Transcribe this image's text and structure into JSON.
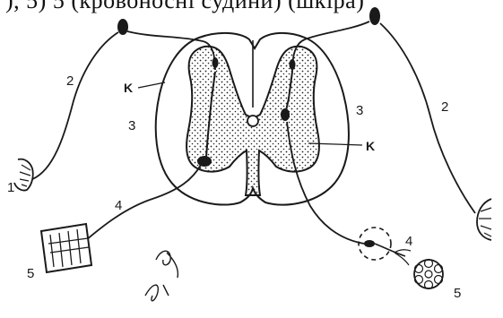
{
  "top_text": "), 5) 5                (кровоносні судини)  (шкіра)",
  "labels": {
    "left_1": "1",
    "left_2": "2",
    "left_3": "3",
    "left_4": "4",
    "left_5": "5",
    "left_K": "K",
    "right_2": "2",
    "right_3": "3",
    "right_4": "4",
    "right_5": "5",
    "right_K": "K"
  },
  "colors": {
    "ink": "#1a1a1a",
    "paper": "#ffffff"
  }
}
